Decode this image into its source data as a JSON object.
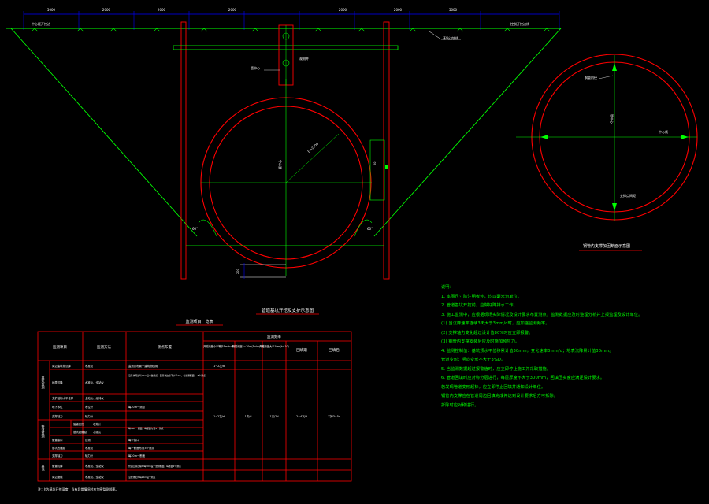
{
  "colors": {
    "background": "#000000",
    "pipe": "#ff0000",
    "construction": "#00ff00",
    "text": "#ffffff",
    "dimension": "#0000ff",
    "centerline": "#ffffff",
    "support": "#ff0000"
  },
  "drawing": {
    "top_dims": [
      "5000",
      "2000",
      "2000",
      "2000",
      "2000",
      "2000",
      "5000"
    ],
    "left_label": "中心距开挖边",
    "right_label": "控制开挖边线",
    "slope_label": "基坑边坡线",
    "pipe_label": "管中心",
    "well_label": "观测井",
    "dim_diag": "D=2200",
    "angle_left": "60°",
    "angle_right": "60°",
    "small_dim_left": "50",
    "small_dim_bottom": "200",
    "main_title": "管道基坑开挖及支护示意图",
    "table_title": "监测项目一览表",
    "right_circle_title": "钢管内支撑加固断面示意图",
    "right_labels": {
      "top_left": "钢管内径",
      "right": "中心线",
      "bottom_right": "支撑点间距"
    }
  },
  "table": {
    "header_top": "监测频率",
    "col_headers": [
      "监测项目",
      "监测方法",
      "测点布置",
      "开挖深度小于等于5m(h≤5)",
      "开挖深度5~10m(5<h≤10)",
      "开挖深度大于10m(h>10)",
      "回填期",
      "回填后"
    ],
    "rows": [
      {
        "group": "",
        "item": "周边建筑物沉降",
        "method": "水准仪",
        "points": "监测点布置于建筑物四角"
      },
      {
        "group": "",
        "item": "地表沉降",
        "method": "水准仪、全站仪",
        "points": "沿基坑周边每20m设一监测点，距基坑边缘不小于2m，各监测断面3~5个测点"
      },
      {
        "group": "",
        "item": "支护结构水平位移",
        "method": "全站仪、经纬仪",
        "points": "每20m一测点"
      },
      {
        "group": "",
        "item": "地下水位",
        "method": "水位计",
        "points": "每20m一测点"
      },
      {
        "group": "",
        "item": "支撑轴力",
        "method": "轴力计",
        "points": "每20m一断面"
      },
      {
        "group": "",
        "item": "管道变形",
        "method": "收敛计",
        "points": "每50m一断面，每断面布置4个测点"
      },
      {
        "group": "",
        "item": "基坑底隆起",
        "method": "水准仪",
        "points": "每一断面布设3个测点"
      },
      {
        "group": "",
        "item": "管道接口",
        "method": "目测",
        "points": "每个接口"
      },
      {
        "group": "",
        "item": "管道沉降",
        "method": "水准仪、全站仪",
        "points": "管道回填过程中每50m设一监测断面，每断面2个测点"
      },
      {
        "group": "",
        "item": "周边管线",
        "method": "水准仪、全站仪",
        "points": "沿管线走向每20m设一测点"
      }
    ],
    "groups": [
      "基坑监测",
      "管道监测",
      "其他"
    ],
    "freq_values": [
      "1~2次/d",
      "1次/d",
      "1次/2d",
      "2~4次/d",
      "1次/3~5d"
    ],
    "footnote": "注：h为基坑开挖深度，当有异常情况时应加密监测频率。"
  },
  "notes": {
    "title": "说明：",
    "lines": [
      "1. 本图尺寸除注明者外，均以毫米为单位。",
      "2. 管道基坑开挖前，应做好降排水工作。",
      "3. 施工监测中，应根据现场实际情况及设计要求布置测点，监测数据应及时整理分析并上报监理及设计单位。",
      "   (1) 当沉降速率连续3天大于3mm/d时，应加强监测频率。",
      "   (2) 支撑轴力变化超过设计值80%时应立即报警。",
      "   (3) 钢管内支撑安装后应及时施加预应力。",
      "4. 监测控制值：基坑顶水平位移累计值30mm，变化速率3mm/d；地表沉降累计值30mm。",
      "   管道变形：竖向变形不大于3%D。",
      "5. 当监测数据超过报警值时，应立即停止施工并采取措施。",
      "6. 管道回填时应对称分层进行，每层厚度不大于300mm，回填压实度应满足设计要求。",
      "   若发现管道变形超标，应立即停止回填并通知设计单位。",
      "   钢管内支撑应在管道周边回填完成并达到设计要求后方可拆除。",
      "   拆除时应对称进行。"
    ]
  }
}
